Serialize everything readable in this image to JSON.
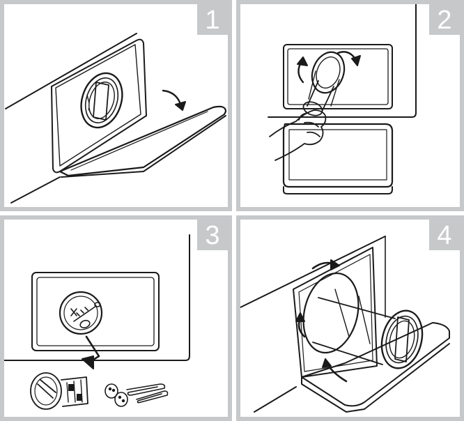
{
  "steps": [
    {
      "number": "1",
      "action": "open-filter-cover"
    },
    {
      "number": "2",
      "action": "rotate-and-remove-drain-filter"
    },
    {
      "number": "3",
      "action": "remove-foreign-objects"
    },
    {
      "number": "4",
      "action": "reinsert-filter-and-close-cover"
    }
  ],
  "colors": {
    "frame": "#c7c8ca",
    "badge_text": "#ffffff",
    "line": "#1a1a1a",
    "background": "#ffffff"
  },
  "icons": [
    "rotate-arrow-icon",
    "down-arrow-icon",
    "filter-cap-icon",
    "screw-icon",
    "coin-icon",
    "paperclip-icon",
    "hand-icon"
  ]
}
